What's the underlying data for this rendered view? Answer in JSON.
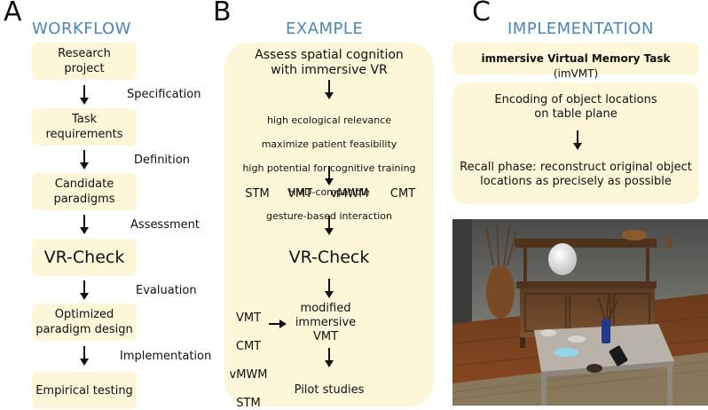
{
  "panel_a": {
    "letter": "A",
    "title": "WORKFLOW",
    "steps": [
      "Research\nproject",
      "Task\nrequirements",
      "Candidate\nparadigms",
      "VR-Check",
      "Optimized\nparadigm design",
      "Empirical testing"
    ],
    "transitions": [
      "Specification",
      "Definition",
      "Assessment",
      "Evaluation",
      "Implementation"
    ]
  },
  "panel_b": {
    "letter": "B",
    "title": "EXAMPLE",
    "goal": "Assess spatial cognition\nwith immersive VR",
    "criteria": [
      "high ecological relevance",
      "maximize patient feasibility",
      "high potential for cognitive training",
      "HMD-compatible",
      "gesture-based interaction"
    ],
    "candidates": [
      "STM",
      "VMT",
      "vMWM",
      "CMT"
    ],
    "check": "VR-Check",
    "ranked": [
      "VMT",
      "CMT",
      "vMWM",
      "STM"
    ],
    "selected": "modified\nimmersive\nVMT",
    "final": "Pilot studies"
  },
  "panel_c": {
    "letter": "C",
    "title": "IMPLEMENTATION",
    "task_name_bold": "immersive Virtual Memory Task",
    "task_abbrev": "(imVMT)",
    "encoding": "Encoding of object locations\non table plane",
    "recall": "Recall phase: reconstruct original object\nlocations as precisely as possible"
  },
  "colors": {
    "box_fill": "#fdf6d8",
    "title_blue": "#4a86b8"
  }
}
